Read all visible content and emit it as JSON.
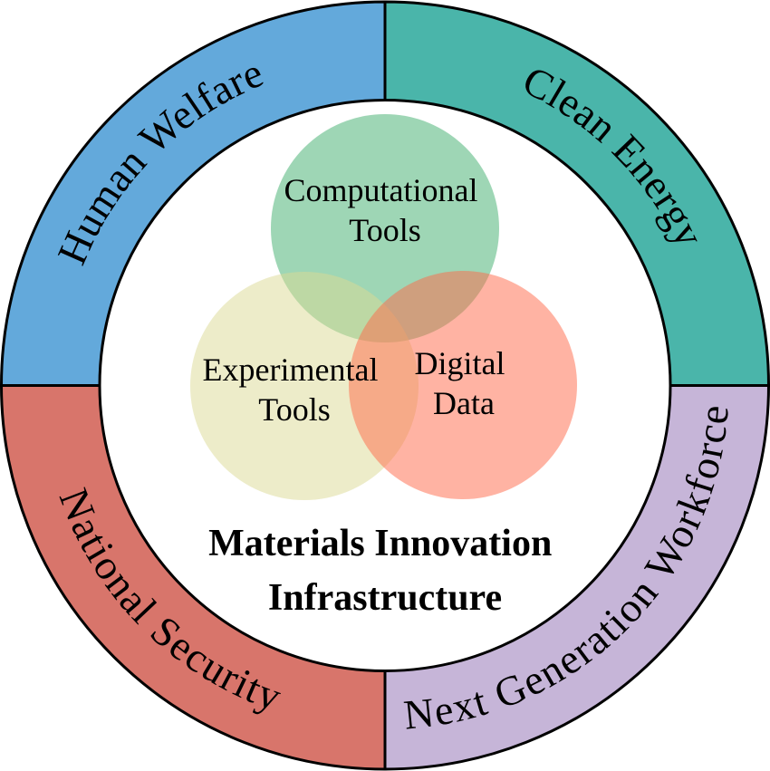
{
  "figure": {
    "background_color": "#ffffff",
    "outline_color": "#000000",
    "text_color": "#000000",
    "center_title": {
      "line1": "Materials Innovation",
      "line2": "Infrastructure"
    },
    "ring_segments": [
      {
        "label": "Human Welfare",
        "color": "#63A9DB",
        "position": "top-left"
      },
      {
        "label": "Clean Energy",
        "color": "#4AB5AA",
        "position": "top-right"
      },
      {
        "label": "National Security",
        "color": "#D8756B",
        "position": "bottom-left"
      },
      {
        "label": "Next Generation Workforce",
        "color": "#C6B5D8",
        "position": "bottom-right"
      }
    ],
    "venn_circles": [
      {
        "line1": "Computational",
        "line2": "Tools",
        "color": "#3DAD6B",
        "tint_on_white": "#9ED6B5",
        "position": "top"
      },
      {
        "line1": "Experimental",
        "line2": "Tools",
        "color": "#DBD993",
        "tint_on_white": "#EDECC9",
        "position": "bottom-left"
      },
      {
        "line1": "Digital",
        "line2": "Data",
        "color": "#FF6747",
        "tint_on_white": "#FFB3A3",
        "position": "bottom-right"
      }
    ]
  }
}
